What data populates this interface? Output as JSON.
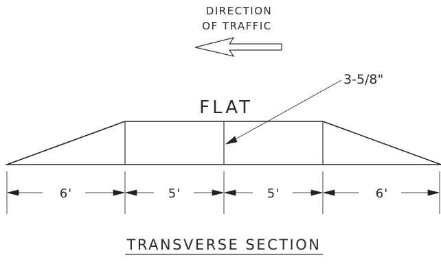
{
  "direction": {
    "line1": "DIRECTION",
    "line2": "OF TRAFFIC"
  },
  "profile": {
    "top_label": "FLAT",
    "height_label": "3-5/8\""
  },
  "dimensions": [
    "6'",
    "5'",
    "5'",
    "6'"
  ],
  "title": "TRANSVERSE SECTION"
}
